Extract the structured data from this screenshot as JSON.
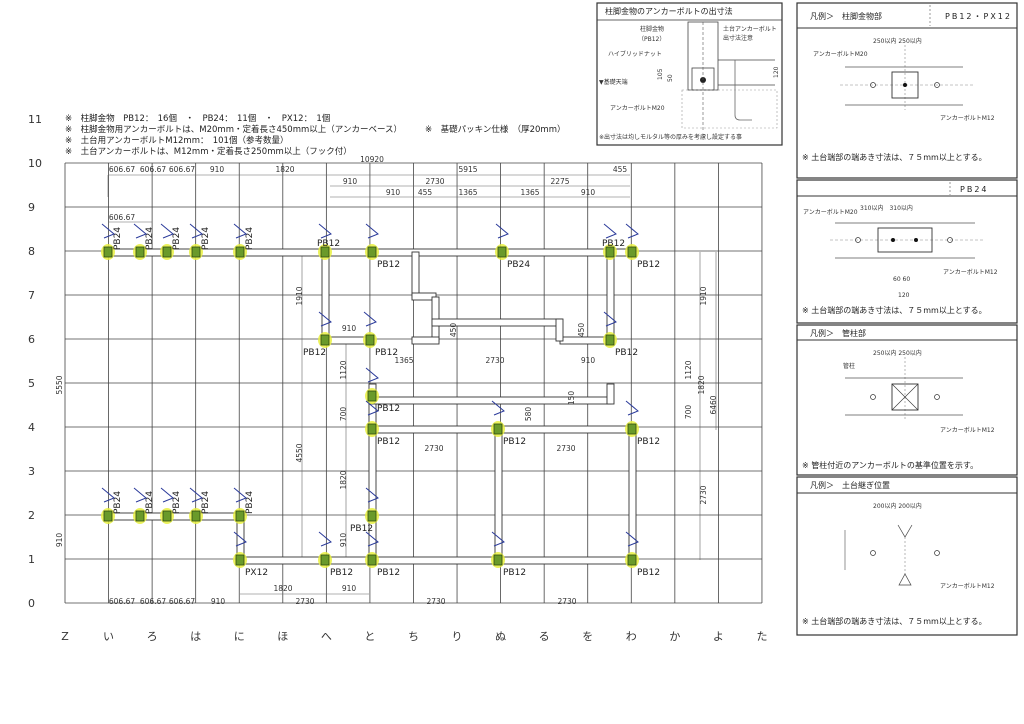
{
  "notes": [
    "※　柱脚金物　PB12：　16個　・　PB24：　11個　・　PX12：　1個",
    "※　柱脚金物用アンカーボルトは、M20mm・定着長さ450mm以上（アンカーベース）",
    "※　土台用アンカーボルトM12mm：　101個（参考数量）",
    "※　土台アンカーボルトは、M12mm・定着長さ250mm以上（フック付）"
  ],
  "packing_note": "※　基礎パッキン仕様　（厚20mm）",
  "row_labels": [
    "0",
    "1",
    "2",
    "3",
    "4",
    "5",
    "6",
    "7",
    "8",
    "9",
    "10",
    "11"
  ],
  "column_labels": [
    "Z",
    "い",
    "ろ",
    "は",
    "に",
    "ほ",
    "へ",
    "と",
    "ち",
    "り",
    "ぬ",
    "る",
    "を",
    "わ",
    "か",
    "よ",
    "た"
  ],
  "dimensions": [
    "10920",
    "606.67",
    "606.67",
    "606.67",
    "910",
    "1820",
    "5915",
    "455",
    "910",
    "2730",
    "2275",
    "910",
    "455",
    "1365",
    "1365",
    "910",
    "606.67",
    "1910",
    "910",
    "1365",
    "2730",
    "910",
    "450",
    "450",
    "1910",
    "5550",
    "1120",
    "700",
    "4550",
    "1820",
    "910",
    "2730",
    "2730",
    "580",
    "150",
    "1120",
    "1820",
    "700",
    "6460",
    "2730",
    "910",
    "1820",
    "910",
    "606.67",
    "606.67",
    "606.67",
    "910",
    "2730",
    "2730",
    "2730"
  ],
  "markers": [
    "PB24",
    "PB24",
    "PB24",
    "PB24",
    "PB24",
    "PB12",
    "PB12",
    "PB24",
    "PB12",
    "PB12",
    "PB12",
    "PB12",
    "PB12",
    "PB12",
    "PB12",
    "PB12",
    "PB12",
    "PB24",
    "PB24",
    "PB24",
    "PB24",
    "PB24",
    "PB12",
    "PX12",
    "PB12",
    "PB12",
    "PB12",
    "PB12"
  ],
  "inset": {
    "title": "柱脚金物のアンカーボルトの出寸法",
    "hardware": "柱脚金物",
    "hardware_sub": "（PB12）",
    "sill_anchor": "土台アンカーボルト",
    "sill_anchor2": "出寸法注意",
    "hybrid_nut": "ハイブリッドナット",
    "foundation_top": "▼基礎天端",
    "dim_105": "105",
    "dim_50": "50",
    "dim_120": "120",
    "anchor_bolt": "アンカーボルトM20",
    "footnote": "※出寸法は均しモルタル等の厚みを考慮し設定する事"
  },
  "legend": [
    {
      "header": "凡例＞　柱脚金物部",
      "tag": "PB12・PX12",
      "dims": "250以内 250以内",
      "label_a": "アンカーボルトM20",
      "label_b": "アンカーボルトM12",
      "note": "※ 土台端部の端あき寸法は、７５mm以上とする。"
    },
    {
      "header": "",
      "tag": "PB24",
      "dims": "310以内　310以内",
      "label_a": "アンカーボルトM20",
      "label_b": "アンカーボルトM12",
      "dim_small": "60 60",
      "dim_120": "120",
      "note": "※ 土台端部の端あき寸法は、７５mm以上とする。"
    },
    {
      "header": "凡例＞　管柱部",
      "tag": "",
      "dims": "250以内 250以内",
      "label_a": "管柱",
      "label_b": "アンカーボルトM12",
      "note": "※ 管柱付近のアンカーボルトの基準位置を示す。"
    },
    {
      "header": "凡例＞　土台継ぎ位置",
      "tag": "",
      "dims": "200以内 200以内",
      "label_b": "アンカーボルトM12",
      "note": "※ 土台端部の端あき寸法は、７５mm以上とする。"
    }
  ],
  "colors": {
    "highlight": "#e8f040",
    "marker": "#6a9a2a",
    "pen": "#2a3a9a"
  }
}
